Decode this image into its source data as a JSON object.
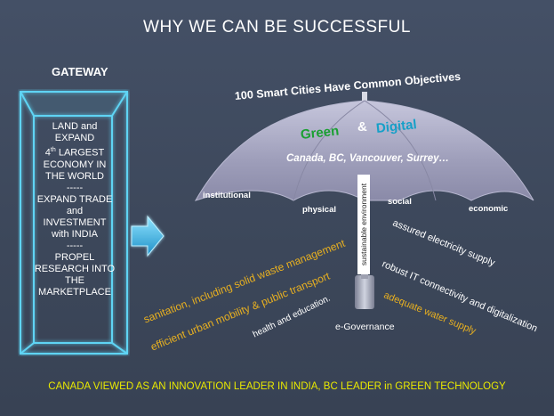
{
  "title": "WHY WE CAN BE SUCCESSFUL",
  "gateway": {
    "label": "GATEWAY",
    "lines": [
      "LAND and EXPAND",
      "LARGEST ECONOMY IN THE WORLD",
      "-----",
      "EXPAND TRADE and INVESTMENT with INDIA",
      "-----",
      "PROPEL RESEARCH INTO THE MARKETPLACE"
    ],
    "ordinal_num": "4",
    "ordinal_suffix": "th"
  },
  "umbrella": {
    "arc_title": "100 Smart Cities Have Common Objectives",
    "green": "Green",
    "amp": "&",
    "digital": "Digital",
    "cities": "Canada, BC, Vancouver, Surrey…",
    "segments": [
      "institutional",
      "physical",
      "social",
      "economic"
    ],
    "handle_text": "sustainable environment",
    "base_label": "e-Governance"
  },
  "left_items": [
    "sanitation, including solid waste management",
    "efficient urban mobility & public transport",
    "health and education."
  ],
  "right_items": [
    "assured electricity supply",
    "robust IT connectivity and digitalization",
    "adequate water supply"
  ],
  "footer": "CANADA  VIEWED AS AN INNOVATION LEADER IN INDIA,  BC LEADER in GREEN TECHNOLOGY",
  "colors": {
    "background": "#3f4a5c",
    "frame": "#5fd4f4",
    "green": "#1aa032",
    "digital": "#16a0c8",
    "orange": "#e8b020",
    "footer": "#e9e900"
  }
}
